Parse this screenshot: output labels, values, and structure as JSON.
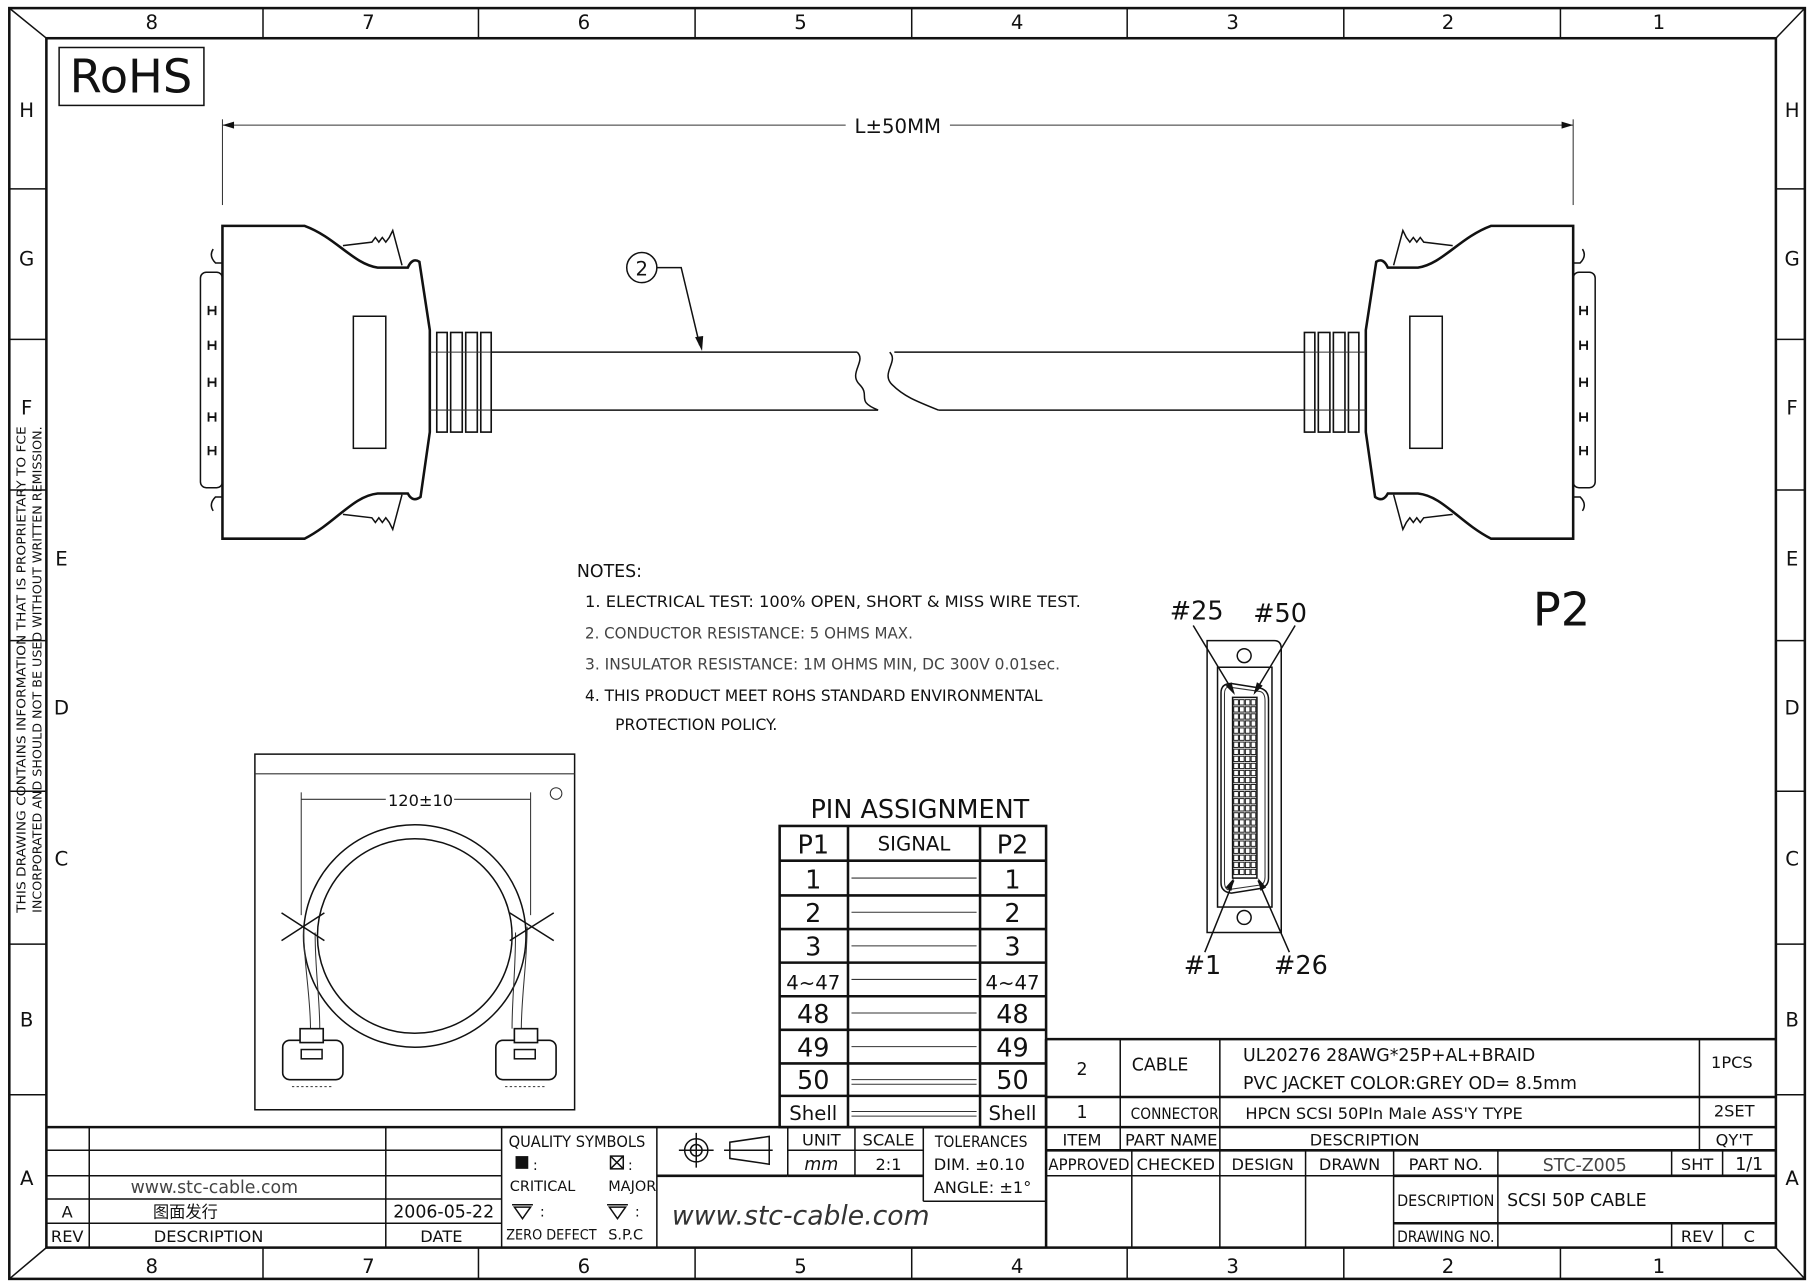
{
  "frame": {
    "columns": [
      "8",
      "7",
      "6",
      "5",
      "4",
      "3",
      "2",
      "1"
    ],
    "rows_left": [
      "H",
      "G",
      "F",
      "E",
      "D",
      "C",
      "B",
      "A"
    ],
    "rows_right": [
      "H",
      "G",
      "F",
      "E",
      "D",
      "C",
      "B",
      "A"
    ]
  },
  "logo": {
    "text": "RoHS"
  },
  "proprietary_notice": {
    "line1": "THIS DRAWING CONTAINS INFORMATION THAT IS PROPRIETARY TO FCE",
    "line2": "INCORPORATED AND SHOULD NOT BE USED WITHOUT WRITTEN REMISSION."
  },
  "drawing": {
    "length_dim": "L±50MM",
    "callout_item": "2",
    "p2_label": "P2",
    "pin_labels": {
      "p25": "#25",
      "p50": "#50",
      "p1": "#1",
      "p26": "#26"
    },
    "coil_dim": "120±10"
  },
  "notes": {
    "title": "NOTES:",
    "items": [
      "1. ELECTRICAL TEST: 100%  OPEN, SHORT & MISS WIRE TEST.",
      "2. CONDUCTOR RESISTANCE: 5 OHMS MAX.",
      "3. INSULATOR RESISTANCE: 1M OHMS MIN, DC 300V 0.01sec.",
      "4. THIS PRODUCT MEET ROHS STANDARD ENVIRONMENTAL",
      "PROTECTION POLICY."
    ]
  },
  "pin_assignment": {
    "title": "PIN ASSIGNMENT",
    "headers": [
      "P1",
      "SIGNAL",
      "P2"
    ],
    "rows": [
      {
        "p1": "1",
        "p2": "1"
      },
      {
        "p1": "2",
        "p2": "2"
      },
      {
        "p1": "3",
        "p2": "3"
      },
      {
        "p1": "4~47",
        "p2": "4~47"
      },
      {
        "p1": "48",
        "p2": "48"
      },
      {
        "p1": "49",
        "p2": "49"
      },
      {
        "p1": "50",
        "p2": "50"
      },
      {
        "p1": "Shell",
        "p2": "Shell"
      }
    ]
  },
  "bom": {
    "items": [
      {
        "item": "2",
        "part": "CABLE",
        "desc1": "UL20276 28AWG*25P+AL+BRAID",
        "desc2": "PVC JACKET COLOR:GREY OD= 8.5mm",
        "qty": "1PCS"
      },
      {
        "item": "1",
        "part": "CONNECTOR",
        "desc1": "HPCN SCSI 50PIn Male ASS'Y TYPE",
        "qty": "2SET"
      }
    ],
    "headers": {
      "item": "ITEM",
      "part": "PART NAME",
      "desc": "DESCRIPTION",
      "qty": "QY'T"
    }
  },
  "title_block": {
    "approved": "APPROVED",
    "checked": "CHECKED",
    "design": "DESIGN",
    "drawn": "DRAWN",
    "part_no_label": "PART NO.",
    "part_no": "STC-Z005",
    "sht_label": "SHT",
    "sht": "1/1",
    "desc_label": "DESCRIPTION",
    "desc": "SCSI 50P CABLE",
    "drawing_no_label": "DRAWING NO.",
    "rev_label": "REV",
    "rev": "C"
  },
  "revision_table": {
    "website": "www.stc-cable.com",
    "rev": "A",
    "description": "图面发行",
    "date": "2006-05-22",
    "h_rev": "REV",
    "h_desc": "DESCRIPTION",
    "h_date": "DATE"
  },
  "quality": {
    "title": "QUALITY SYMBOLS",
    "critical": "CRITICAL",
    "major": "MAJOR",
    "zero_defect": "ZERO DEFECT",
    "spc": "S.P.C",
    "colon": ":"
  },
  "units": {
    "unit_label": "UNIT",
    "unit": "mm",
    "scale_label": "SCALE",
    "scale": "2:1",
    "tol_label": "TOLERANCES",
    "dim": "DIM. ±0.10",
    "angle": "ANGLE: ±1°",
    "website": "www.stc-cable.com"
  }
}
